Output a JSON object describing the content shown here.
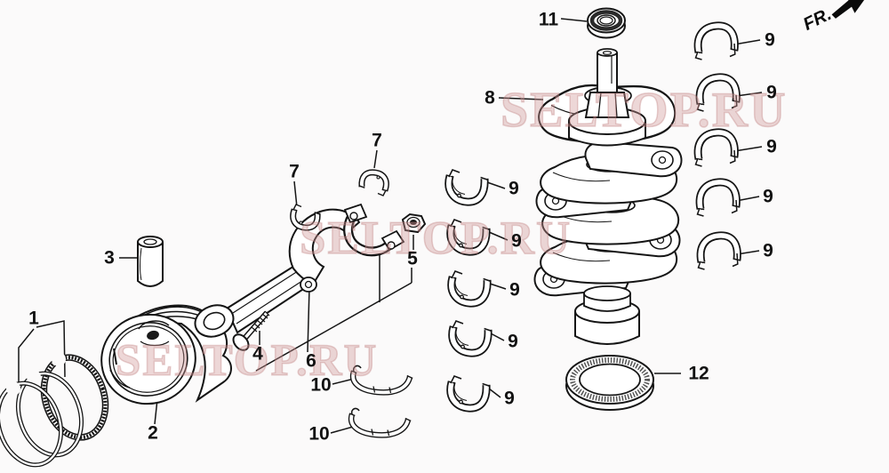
{
  "diagram": {
    "direction_indicator": "FR.",
    "watermark_text": "SELTOP.RU",
    "ink_color": "#151515",
    "watermark_color": "#d8a6a6",
    "background_color": "#fbfafa"
  },
  "part_labels": [
    {
      "text": "1"
    },
    {
      "text": "2"
    },
    {
      "text": "3"
    },
    {
      "text": "4"
    },
    {
      "text": "5"
    },
    {
      "text": "6"
    },
    {
      "text": "7"
    },
    {
      "text": "7"
    },
    {
      "text": "8"
    },
    {
      "text": "9"
    },
    {
      "text": "9"
    },
    {
      "text": "9"
    },
    {
      "text": "9"
    },
    {
      "text": "9"
    },
    {
      "text": "9"
    },
    {
      "text": "9"
    },
    {
      "text": "9"
    },
    {
      "text": "9"
    },
    {
      "text": "9"
    },
    {
      "text": "10"
    },
    {
      "text": "10"
    },
    {
      "text": "11"
    },
    {
      "text": "12"
    }
  ]
}
